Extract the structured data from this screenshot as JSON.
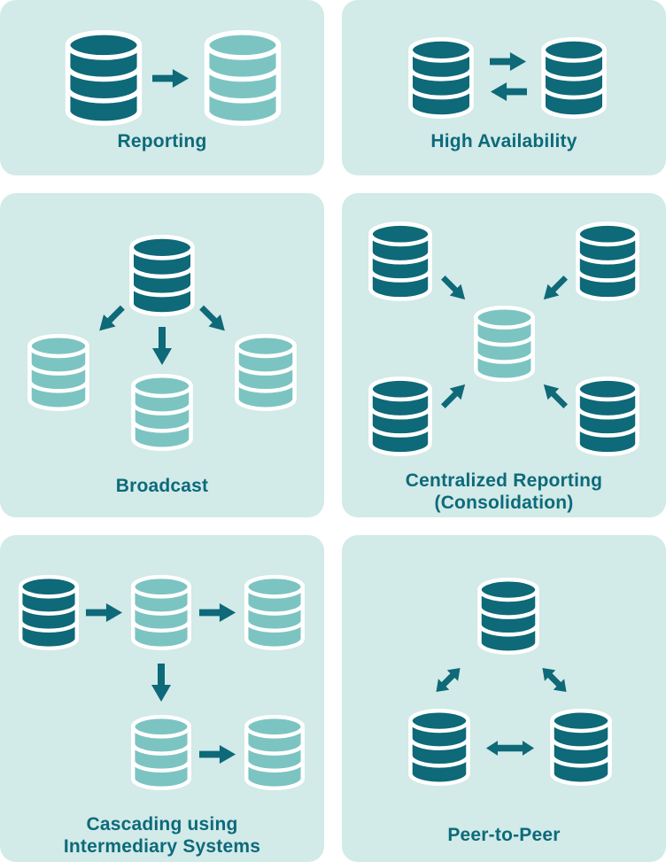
{
  "figure": {
    "description": "Database replication topology diagrams",
    "panel_count": 6
  },
  "colors": {
    "database_primary": "#0E6978",
    "database_replica": "#7CC4C2",
    "arrow": "#0E6978",
    "panel_background": "#D2EAE8",
    "page_background": "#FFFFFF",
    "label_text": "#0C6A7A"
  },
  "icons": {
    "database_primary": "database-icon (dark teal cylinder, white outline)",
    "database_replica": "database-icon (light teal cylinder, white outline)",
    "arrow_single": "arrow-icon (solid single-headed arrow)",
    "arrow_double": "arrow-icon (solid double-headed arrow)"
  },
  "panels": [
    {
      "id": "reporting",
      "label_lines": [
        "Reporting"
      ],
      "databases": {
        "primary": 1,
        "replica": 1
      },
      "arrows": [
        "right"
      ]
    },
    {
      "id": "high-availability",
      "label_lines": [
        "High Availability"
      ],
      "databases": {
        "primary": 2,
        "replica": 0
      },
      "arrows": [
        "right",
        "left"
      ]
    },
    {
      "id": "broadcast",
      "label_lines": [
        "Broadcast"
      ],
      "databases": {
        "primary": 1,
        "replica": 3
      },
      "arrows": [
        "down-left",
        "down",
        "down-right"
      ]
    },
    {
      "id": "centralized-reporting",
      "label_lines": [
        "Centralized Reporting",
        "(Consolidation)"
      ],
      "databases": {
        "primary": 4,
        "replica": 1
      },
      "arrows": [
        "down-right",
        "down-left",
        "up-right",
        "up-left"
      ]
    },
    {
      "id": "cascading",
      "label_lines": [
        "Cascading using",
        "Intermediary Systems"
      ],
      "databases": {
        "primary": 1,
        "replica": 4
      },
      "arrows": [
        "right",
        "right",
        "down",
        "right"
      ]
    },
    {
      "id": "peer-to-peer",
      "label_lines": [
        "Peer-to-Peer"
      ],
      "databases": {
        "primary": 3,
        "replica": 0
      },
      "arrows": [
        "bidirectional-diagonal-left",
        "bidirectional-diagonal-right",
        "bidirectional-horizontal"
      ]
    }
  ]
}
